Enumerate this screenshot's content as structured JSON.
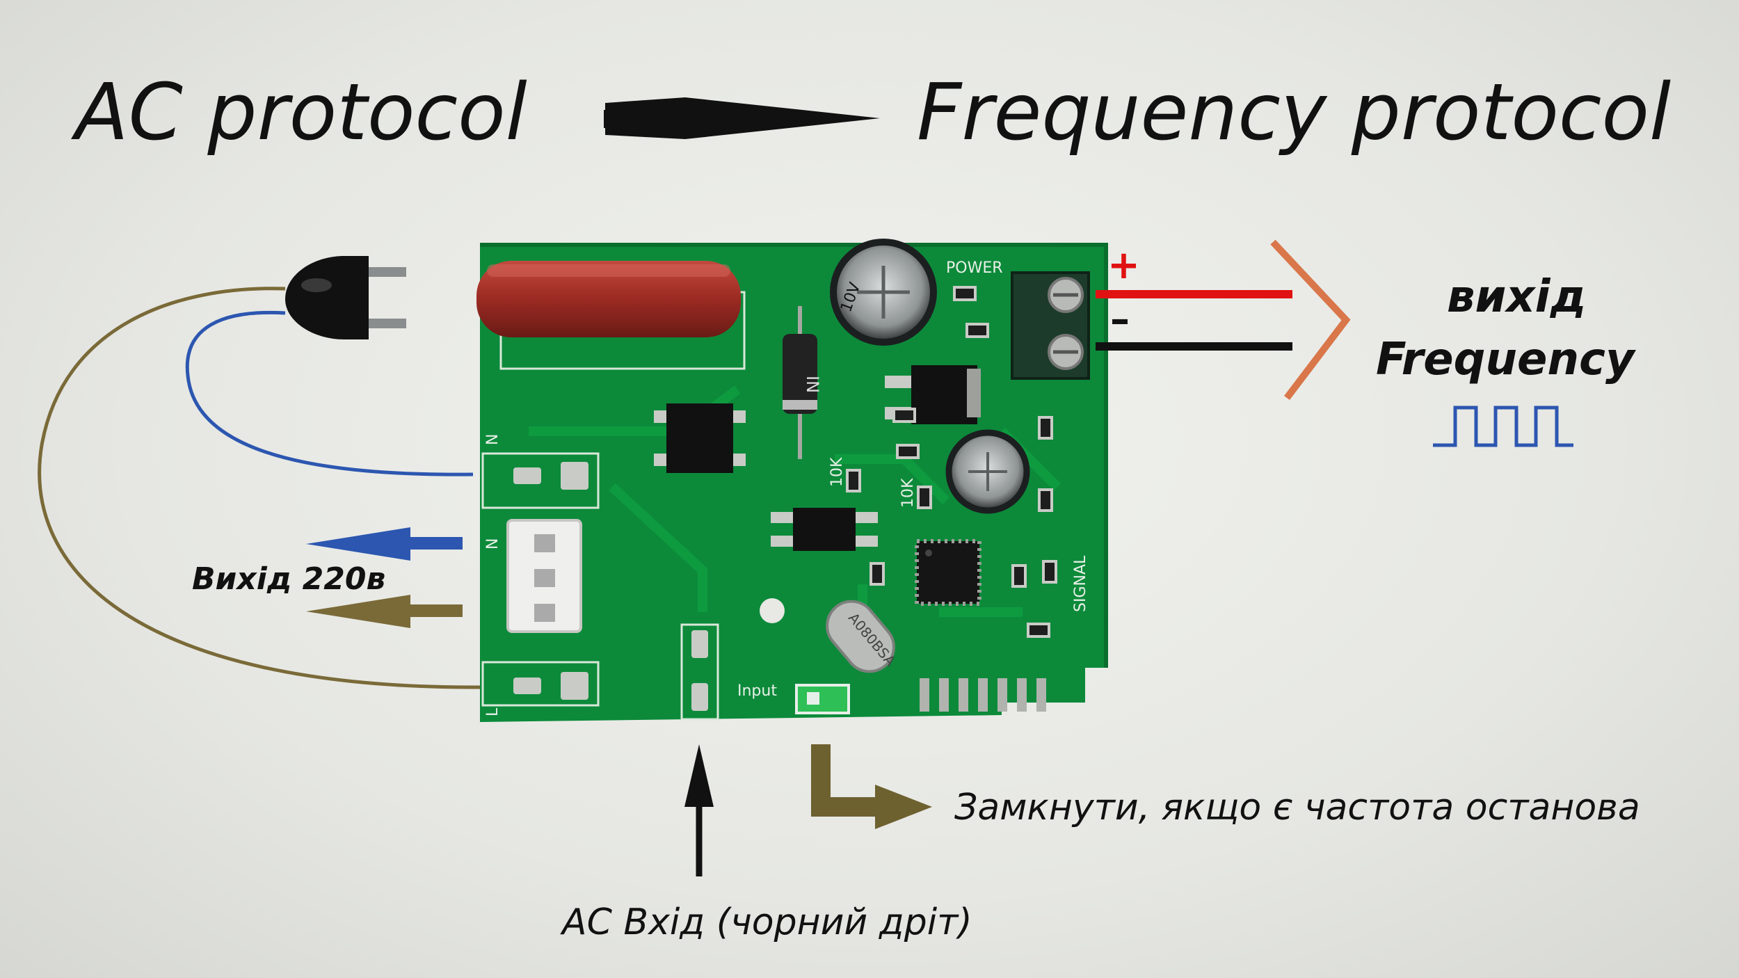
{
  "title_left": "AC protocol",
  "title_right": "Frequency protocol",
  "output_label_line1": "вихід",
  "output_label_line2": "Frequency",
  "plus_sign": "+",
  "minus_sign": "–",
  "output_220v": "Вихід 220в",
  "stop_note": "Замкнути, якщо є частота останова",
  "ac_input": "АС Вхід (чорний дріт)",
  "board": {
    "power": "POWER",
    "signal": "SIGNAL",
    "input": "Input",
    "r1": "10K",
    "r2": "10K",
    "n1": "N",
    "n2": "N",
    "l": "L",
    "crystal": "A080BSA",
    "diode": "IN",
    "cap": "10V"
  },
  "colors": {
    "board_green": "#0c8a3a",
    "wire_blue": "#2c56b0",
    "wire_brown": "#7a6a38",
    "plus_red": "#e01212",
    "chevron_orange": "#d9764a",
    "arrow_olive": "#6e6130",
    "capacitor_red": "#9b2a22"
  },
  "icons": [
    "plug-icon",
    "square-wave-icon",
    "arrow-right-icon"
  ]
}
